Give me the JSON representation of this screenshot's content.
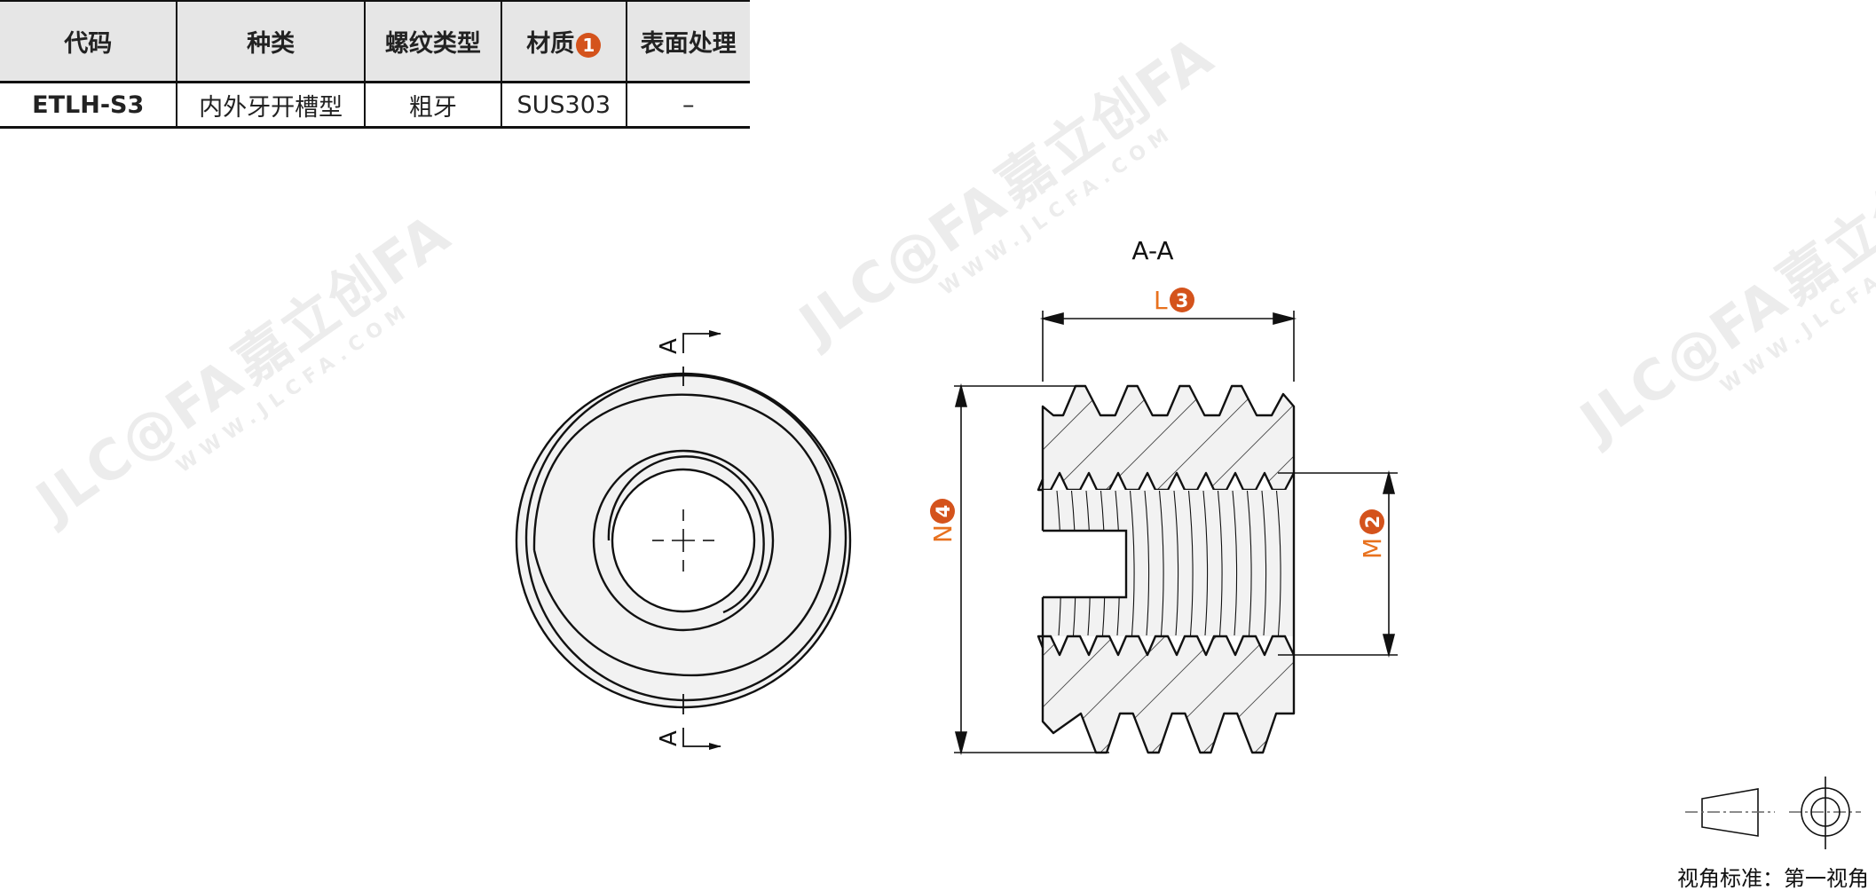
{
  "table": {
    "headers": [
      "代码",
      "种类",
      "螺纹类型",
      "材质",
      "表面处理"
    ],
    "material_badge": "1",
    "row": [
      "ETLH-S3",
      "内外牙开槽型",
      "粗牙",
      "SUS303",
      "–"
    ]
  },
  "drawing": {
    "section_title": "A-A",
    "section_marker": "A",
    "dim_L": "L",
    "dim_L_badge": "3",
    "dim_N": "N",
    "dim_N_badge": "4",
    "dim_M": "M",
    "dim_M_badge": "2"
  },
  "view_standard": "视角标准：第一视角",
  "watermark": {
    "logo": "JLC@FA",
    "brand": "嘉立创FA",
    "url": "WWW.JLCFA.COM"
  },
  "colors": {
    "accent": "#e8711e",
    "badge": "#d4531c",
    "code": "#3f6f97"
  }
}
